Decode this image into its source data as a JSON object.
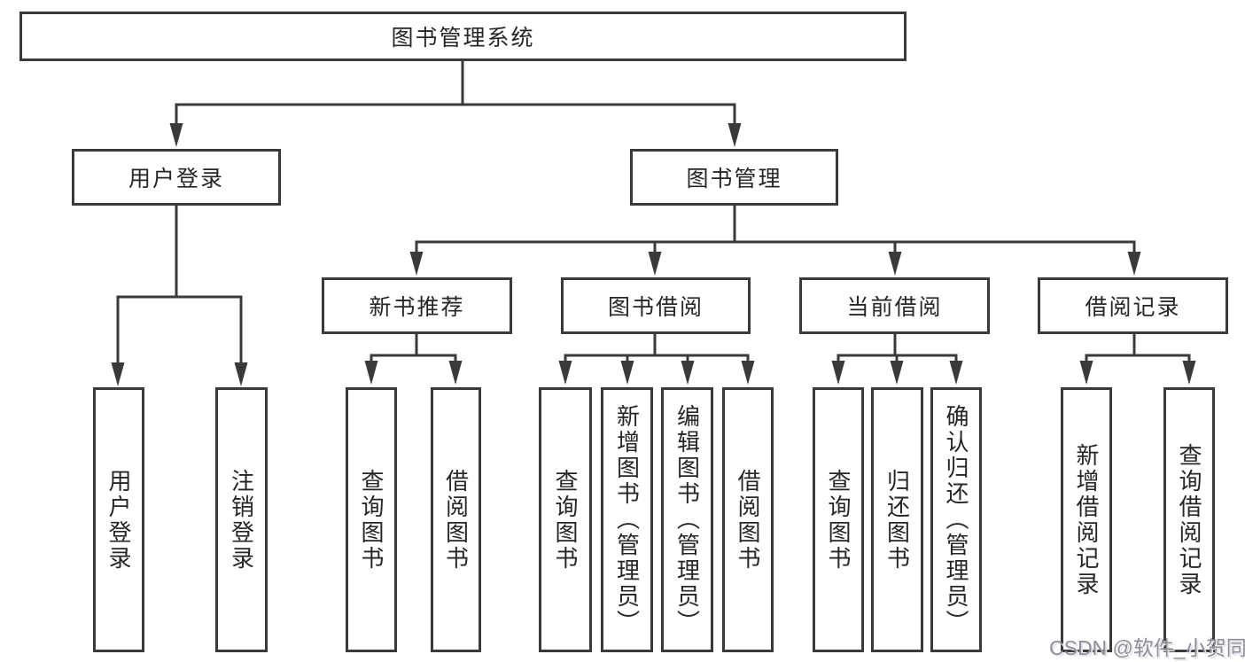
{
  "diagram_title": "图书管理系统",
  "tree": {
    "root": {
      "label": "图书管理系统"
    },
    "branches": [
      {
        "label": "用户登录",
        "leaves": [
          {
            "label": "用户登录"
          },
          {
            "label": "注销登录"
          }
        ]
      },
      {
        "label": "图书管理",
        "groups": [
          {
            "label": "新书推荐",
            "leaves": [
              {
                "label": "查询图书"
              },
              {
                "label": "借阅图书"
              }
            ]
          },
          {
            "label": "图书借阅",
            "leaves": [
              {
                "label": "查询图书"
              },
              {
                "label": "新增图书（管理员）"
              },
              {
                "label": "编辑图书（管理员）"
              },
              {
                "label": "借阅图书"
              }
            ]
          },
          {
            "label": "当前借阅",
            "leaves": [
              {
                "label": "查询图书"
              },
              {
                "label": "归还图书"
              },
              {
                "label": "确认归还（管理员）"
              }
            ]
          },
          {
            "label": "借阅记录",
            "leaves": [
              {
                "label": "新增借阅记录"
              },
              {
                "label": "查询借阅记录"
              }
            ]
          }
        ]
      }
    ]
  },
  "watermark": "CSDN @软件_小贺同学",
  "colors": {
    "line": "#3a3a3a",
    "box_border": "#3a3a3a",
    "text": "#262626",
    "watermark": "#8f8f99",
    "background": "#ffffff"
  }
}
